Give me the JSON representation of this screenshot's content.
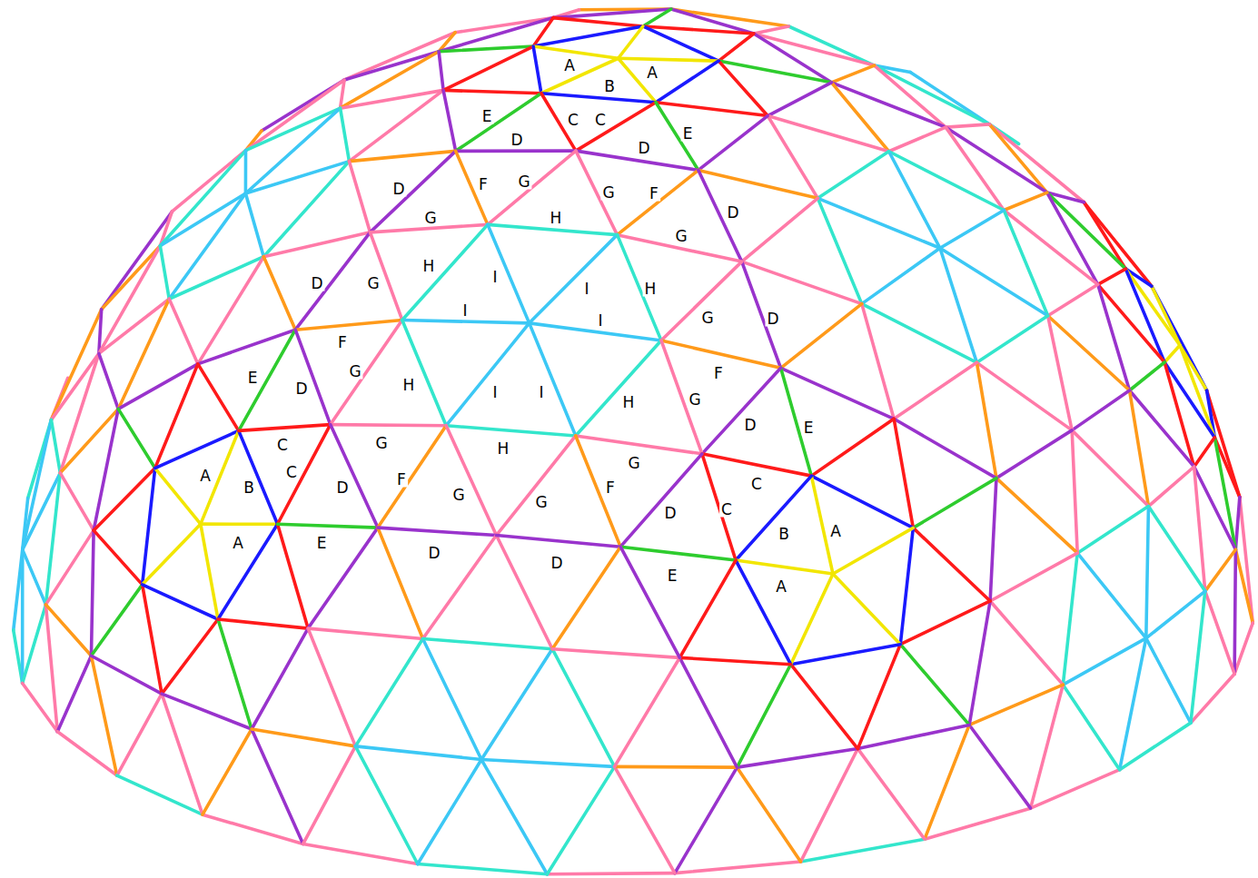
{
  "diagram": {
    "labels": [
      "A",
      "A",
      "B",
      "E",
      "C",
      "C",
      "E",
      "D",
      "D",
      "F",
      "G",
      "D",
      "G",
      "F",
      "D",
      "G",
      "H",
      "G",
      "H",
      "I",
      "D",
      "G",
      "I",
      "H",
      "I",
      "D",
      "G",
      "I",
      "F",
      "G",
      "F",
      "E",
      "H",
      "D",
      "I",
      "I",
      "G",
      "H",
      "D",
      "E",
      "G",
      "C",
      "H",
      "G",
      "C",
      "A",
      "F",
      "F",
      "B",
      "D",
      "C",
      "G",
      "G",
      "C",
      "D",
      "A",
      "B",
      "A",
      "E",
      "D",
      "D",
      "E",
      "A"
    ]
  }
}
